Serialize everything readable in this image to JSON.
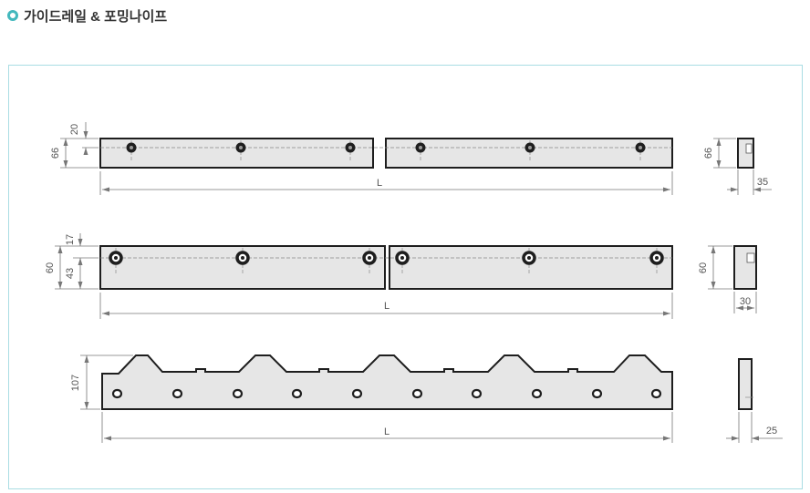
{
  "header": {
    "title": "가이드레일 & 포밍나이프"
  },
  "colors": {
    "accent": "#43b8bd",
    "frame_border": "#a9dde3",
    "part_fill": "#e6e6e6",
    "outline": "#1e1e1e",
    "dimension": "#777777"
  },
  "drawing": {
    "rail1": {
      "height_dim": "66",
      "offset_dim": "20",
      "length_dim": "L",
      "side_height_dim": "66",
      "side_width_dim": "35"
    },
    "rail2": {
      "height_dim": "60",
      "upper_dim": "17",
      "lower_dim": "43",
      "length_dim": "L",
      "side_height_dim": "60",
      "side_width_dim": "30"
    },
    "knife": {
      "height_dim": "107",
      "length_dim": "L",
      "side_width_dim": "25"
    }
  }
}
